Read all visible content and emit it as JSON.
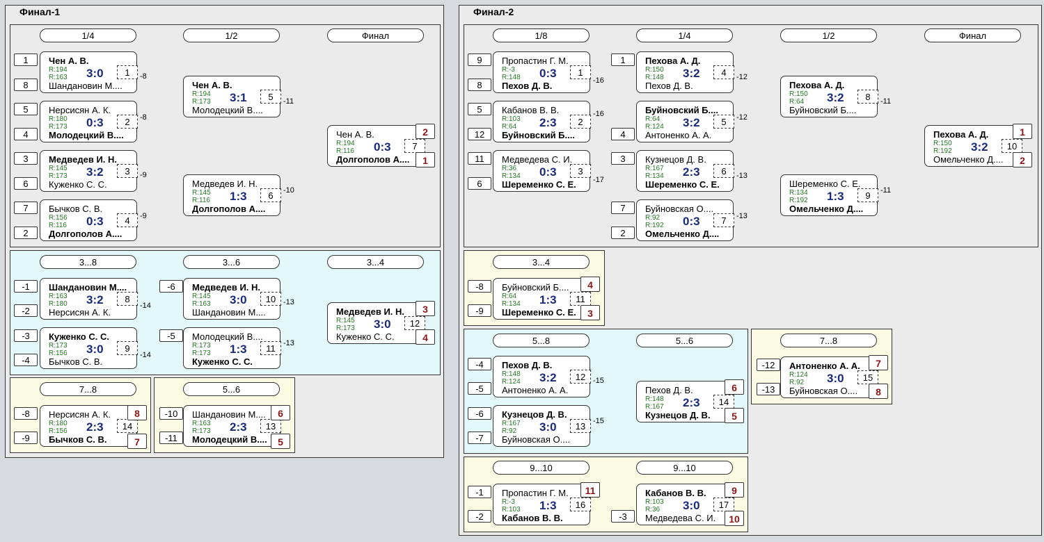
{
  "panels": {
    "f1": {
      "title": "Финал-1"
    },
    "f2": {
      "title": "Финал-2"
    }
  },
  "colors": {
    "bracket_bg": "#ebebeb",
    "cyan_bg": "#e3f8f9",
    "yellow_bg": "#fbfae3",
    "score": "#1a2a7a",
    "rating": "#227722",
    "place": "#8b1515"
  },
  "round_headers": {
    "f1_main": [
      "1/4",
      "1/2",
      "Финал"
    ],
    "f1_cons": [
      "3...8",
      "3...6",
      "3...4"
    ],
    "f1_s78": "7...8",
    "f1_s56": "5...6",
    "f2_main": [
      "1/8",
      "1/4",
      "1/2",
      "Финал"
    ],
    "f2_s34": "3...4",
    "f2_s58": [
      "5...8",
      "5...6"
    ],
    "f2_s78": "7...8",
    "f2_s910": [
      "9...10",
      "9...10"
    ]
  },
  "matches": {
    "m1": {
      "p1": "Чен А. В.",
      "p1_bold": true,
      "r1": "R:194",
      "p2": "Шандановин М....",
      "p2_bold": false,
      "r2": "R:163",
      "score": "3:0",
      "num": "1"
    },
    "m2": {
      "p1": "Нерсисян А. К.",
      "p1_bold": false,
      "r1": "R:180",
      "p2": "Молодецкий В....",
      "p2_bold": true,
      "r2": "R:173",
      "score": "0:3",
      "num": "2"
    },
    "m3": {
      "p1": "Медведев И. Н.",
      "p1_bold": true,
      "r1": "R:145",
      "p2": "Куженко С. С.",
      "p2_bold": false,
      "r2": "R:173",
      "score": "3:2",
      "num": "3"
    },
    "m4": {
      "p1": "Бычков С. В.",
      "p1_bold": false,
      "r1": "R:156",
      "p2": "Долгополов А....",
      "p2_bold": true,
      "r2": "R:116",
      "score": "0:3",
      "num": "4"
    },
    "m5": {
      "p1": "Чен А. В.",
      "p1_bold": true,
      "r1": "R:194",
      "p2": "Молодецкий В....",
      "p2_bold": false,
      "r2": "R:173",
      "score": "3:1",
      "num": "5"
    },
    "m6": {
      "p1": "Медведев И. Н.",
      "p1_bold": false,
      "r1": "R:145",
      "p2": "Долгополов А....",
      "p2_bold": true,
      "r2": "R:116",
      "score": "1:3",
      "num": "6"
    },
    "m7": {
      "p1": "Чен А. В.",
      "p1_bold": false,
      "r1": "R:194",
      "p2": "Долгополов А....",
      "p2_bold": true,
      "r2": "R:116",
      "score": "0:3",
      "num": "7",
      "place_top": "2",
      "place_bot": "1"
    },
    "m8": {
      "p1": "Шандановин М....",
      "p1_bold": true,
      "r1": "R:163",
      "p2": "Нерсисян А. К.",
      "p2_bold": false,
      "r2": "R:180",
      "score": "3:2",
      "num": "8"
    },
    "m9": {
      "p1": "Куженко С. С.",
      "p1_bold": true,
      "r1": "R:173",
      "p2": "Бычков С. В.",
      "p2_bold": false,
      "r2": "R:156",
      "score": "3:0",
      "num": "9"
    },
    "m10": {
      "p1": "Медведев И. Н.",
      "p1_bold": true,
      "r1": "R:145",
      "p2": "Шандановин М....",
      "p2_bold": false,
      "r2": "R:163",
      "score": "3:0",
      "num": "10"
    },
    "m11": {
      "p1": "Молодецкий В....",
      "p1_bold": false,
      "r1": "R:173",
      "p2": "Куженко С. С.",
      "p2_bold": true,
      "r2": "R:173",
      "score": "1:3",
      "num": "11"
    },
    "m12": {
      "p1": "Медведев И. Н.",
      "p1_bold": true,
      "r1": "R:145",
      "p2": "Куженко С. С.",
      "p2_bold": false,
      "r2": "R:173",
      "score": "3:0",
      "num": "12",
      "place_top": "3",
      "place_bot": "4"
    },
    "m14": {
      "p1": "Нерсисян А. К.",
      "p1_bold": false,
      "r1": "R:180",
      "p2": "Бычков С. В.",
      "p2_bold": true,
      "r2": "R:156",
      "score": "2:3",
      "num": "14",
      "place_top": "8",
      "place_bot": "7"
    },
    "m13": {
      "p1": "Шандановин М....",
      "p1_bold": false,
      "r1": "R:163",
      "p2": "Молодецкий В....",
      "p2_bold": true,
      "r2": "R:173",
      "score": "2:3",
      "num": "13",
      "place_top": "6",
      "place_bot": "5"
    },
    "n1": {
      "p1": "Пропастин Г. М.",
      "p1_bold": false,
      "r1": "R:-3",
      "p2": "Пехов Д. В.",
      "p2_bold": true,
      "r2": "R:148",
      "score": "0:3",
      "num": "1"
    },
    "n2": {
      "p1": "Кабанов В. В.",
      "p1_bold": false,
      "r1": "R:103",
      "p2": "Буйновский Б....",
      "p2_bold": true,
      "r2": "R:64",
      "score": "2:3",
      "num": "2"
    },
    "n3": {
      "p1": "Медведева С. И.",
      "p1_bold": false,
      "r1": "R:36",
      "p2": "Шеременко С. Е.",
      "p2_bold": true,
      "r2": "R:134",
      "score": "0:3",
      "num": "3"
    },
    "n4": {
      "p1": "Пехова А. Д.",
      "p1_bold": true,
      "r1": "R:150",
      "p2": "Пехов Д. В.",
      "p2_bold": false,
      "r2": "R:148",
      "score": "3:2",
      "num": "4"
    },
    "n5": {
      "p1": "Буйновский Б....",
      "p1_bold": true,
      "r1": "R:64",
      "p2": "Антоненко А. А.",
      "p2_bold": false,
      "r2": "R:124",
      "score": "3:2",
      "num": "5"
    },
    "n6": {
      "p1": "Кузнецов Д. В.",
      "p1_bold": false,
      "r1": "R:167",
      "p2": "Шеременко С. Е.",
      "p2_bold": true,
      "r2": "R:134",
      "score": "2:3",
      "num": "6"
    },
    "n7": {
      "p1": "Буйновская О....",
      "p1_bold": false,
      "r1": "R:92",
      "p2": "Омельченко Д....",
      "p2_bold": true,
      "r2": "R:192",
      "score": "0:3",
      "num": "7"
    },
    "n8": {
      "p1": "Пехова А. Д.",
      "p1_bold": true,
      "r1": "R:150",
      "p2": "Буйновский Б....",
      "p2_bold": false,
      "r2": "R:64",
      "score": "3:2",
      "num": "8"
    },
    "n9": {
      "p1": "Шеременко С. Е.",
      "p1_bold": false,
      "r1": "R:134",
      "p2": "Омельченко Д....",
      "p2_bold": true,
      "r2": "R:192",
      "score": "1:3",
      "num": "9"
    },
    "n10": {
      "p1": "Пехова А. Д.",
      "p1_bold": true,
      "r1": "R:150",
      "p2": "Омельченко Д....",
      "p2_bold": false,
      "r2": "R:192",
      "score": "3:2",
      "num": "10",
      "place_top": "1",
      "place_bot": "2"
    },
    "n11": {
      "p1": "Буйновский Б....",
      "p1_bold": false,
      "r1": "R:64",
      "p2": "Шеременко С. Е.",
      "p2_bold": true,
      "r2": "R:134",
      "score": "1:3",
      "num": "11",
      "place_top": "4",
      "place_bot": "3"
    },
    "n12": {
      "p1": "Пехов Д. В.",
      "p1_bold": true,
      "r1": "R:148",
      "p2": "Антоненко А. А.",
      "p2_bold": false,
      "r2": "R:124",
      "score": "3:2",
      "num": "12"
    },
    "n13": {
      "p1": "Кузнецов Д. В.",
      "p1_bold": true,
      "r1": "R:167",
      "p2": "Буйновская О....",
      "p2_bold": false,
      "r2": "R:92",
      "score": "3:0",
      "num": "13"
    },
    "n14": {
      "p1": "Пехов Д. В.",
      "p1_bold": false,
      "r1": "R:148",
      "p2": "Кузнецов Д. В.",
      "p2_bold": true,
      "r2": "R:167",
      "score": "2:3",
      "num": "14",
      "place_top": "6",
      "place_bot": "5"
    },
    "n15": {
      "p1": "Антоненко А. А.",
      "p1_bold": true,
      "r1": "R:124",
      "p2": "Буйновская О....",
      "p2_bold": false,
      "r2": "R:92",
      "score": "3:0",
      "num": "15",
      "place_top": "7",
      "place_bot": "8"
    },
    "n16": {
      "p1": "Пропастин Г. М.",
      "p1_bold": false,
      "r1": "R:-3",
      "p2": "Кабанов В. В.",
      "p2_bold": true,
      "r2": "R:103",
      "score": "1:3",
      "num": "16",
      "place_top": "11",
      "place_bot": null
    },
    "n17": {
      "p1": "Кабанов В. В.",
      "p1_bold": true,
      "r1": "R:103",
      "p2": "Медведева С. И.",
      "p2_bold": false,
      "r2": "R:36",
      "score": "3:0",
      "num": "17",
      "place_top": "9",
      "place_bot": "10"
    }
  },
  "seeds": {
    "s1": "1",
    "s2": "8",
    "s3": "5",
    "s4": "4",
    "s5": "3",
    "s6": "6",
    "s7": "7",
    "s8": "2",
    "c1": "-1",
    "c2": "-2",
    "c3": "-3",
    "c4": "-4",
    "c5": "-6",
    "c6": "-5",
    "y1": "-8",
    "y2": "-9",
    "y3": "-10",
    "y4": "-11",
    "t1": "9",
    "t2": "8",
    "t3": "5",
    "t4": "12",
    "t5": "11",
    "t6": "6",
    "t7": "1",
    "t8": "4",
    "t9": "3",
    "t10": "7",
    "t11": "2",
    "q1": "-8",
    "q2": "-9",
    "q3": "-4",
    "q4": "-5",
    "q5": "-6",
    "q6": "-7",
    "q7": "-12",
    "q8": "-13",
    "q9": "-1",
    "q10": "-2",
    "q11": "-3"
  },
  "loser_labels": {
    "a": "-8",
    "b": "-8",
    "c": "-9",
    "d": "-9",
    "e": "-11",
    "f": "-10",
    "g": "-14",
    "h": "-14",
    "i": "-13",
    "j": "-13",
    "k": "-16",
    "l": "-16",
    "m": "-17",
    "n": "-12",
    "o": "-12",
    "p": "-13",
    "q": "-13",
    "r": "-11",
    "s": "-11",
    "t": "-15",
    "u": "-15"
  }
}
